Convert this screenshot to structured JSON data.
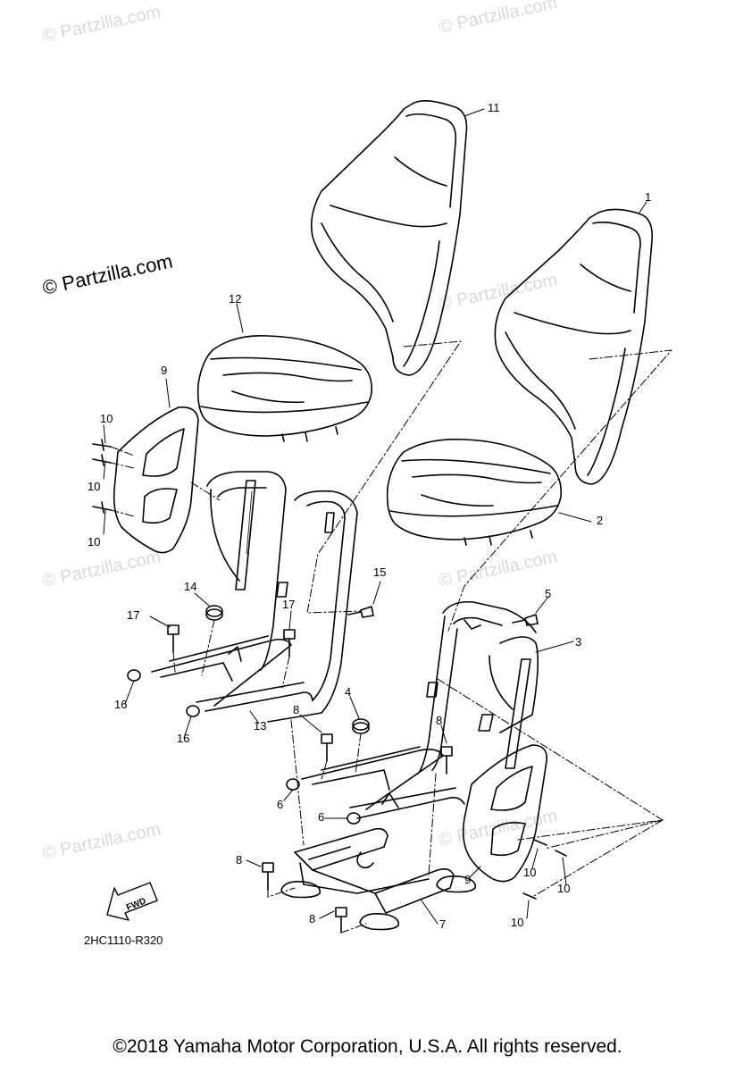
{
  "watermark": {
    "main": "© Partzilla.com",
    "faint": "© Partzilla.com"
  },
  "callouts": [
    {
      "id": "c11",
      "text": "11"
    },
    {
      "id": "c1",
      "text": "1"
    },
    {
      "id": "c12",
      "text": "12"
    },
    {
      "id": "c9a",
      "text": "9"
    },
    {
      "id": "c10a",
      "text": "10"
    },
    {
      "id": "c10b",
      "text": "10"
    },
    {
      "id": "c10c",
      "text": "10"
    },
    {
      "id": "c2",
      "text": "2"
    },
    {
      "id": "c15",
      "text": "15"
    },
    {
      "id": "c14",
      "text": "14"
    },
    {
      "id": "c17a",
      "text": "17"
    },
    {
      "id": "c17b",
      "text": "17"
    },
    {
      "id": "c5",
      "text": "5"
    },
    {
      "id": "c3",
      "text": "3"
    },
    {
      "id": "c16a",
      "text": "16"
    },
    {
      "id": "c16b",
      "text": "16"
    },
    {
      "id": "c13",
      "text": "13"
    },
    {
      "id": "c4",
      "text": "4"
    },
    {
      "id": "c8a",
      "text": "8"
    },
    {
      "id": "c8b",
      "text": "8"
    },
    {
      "id": "c6a",
      "text": "6"
    },
    {
      "id": "c6b",
      "text": "6"
    },
    {
      "id": "c8c",
      "text": "8"
    },
    {
      "id": "c8d",
      "text": "8"
    },
    {
      "id": "c7",
      "text": "7"
    },
    {
      "id": "c9b",
      "text": "9"
    },
    {
      "id": "c10d",
      "text": "10"
    },
    {
      "id": "c10e",
      "text": "10"
    },
    {
      "id": "c10f",
      "text": "10"
    }
  ],
  "fwd_arrow_label": "FWD",
  "diagram_code": "2HC1110-R320",
  "copyright": "©2018 Yamaha Motor Corporation, U.S.A. All rights reserved."
}
